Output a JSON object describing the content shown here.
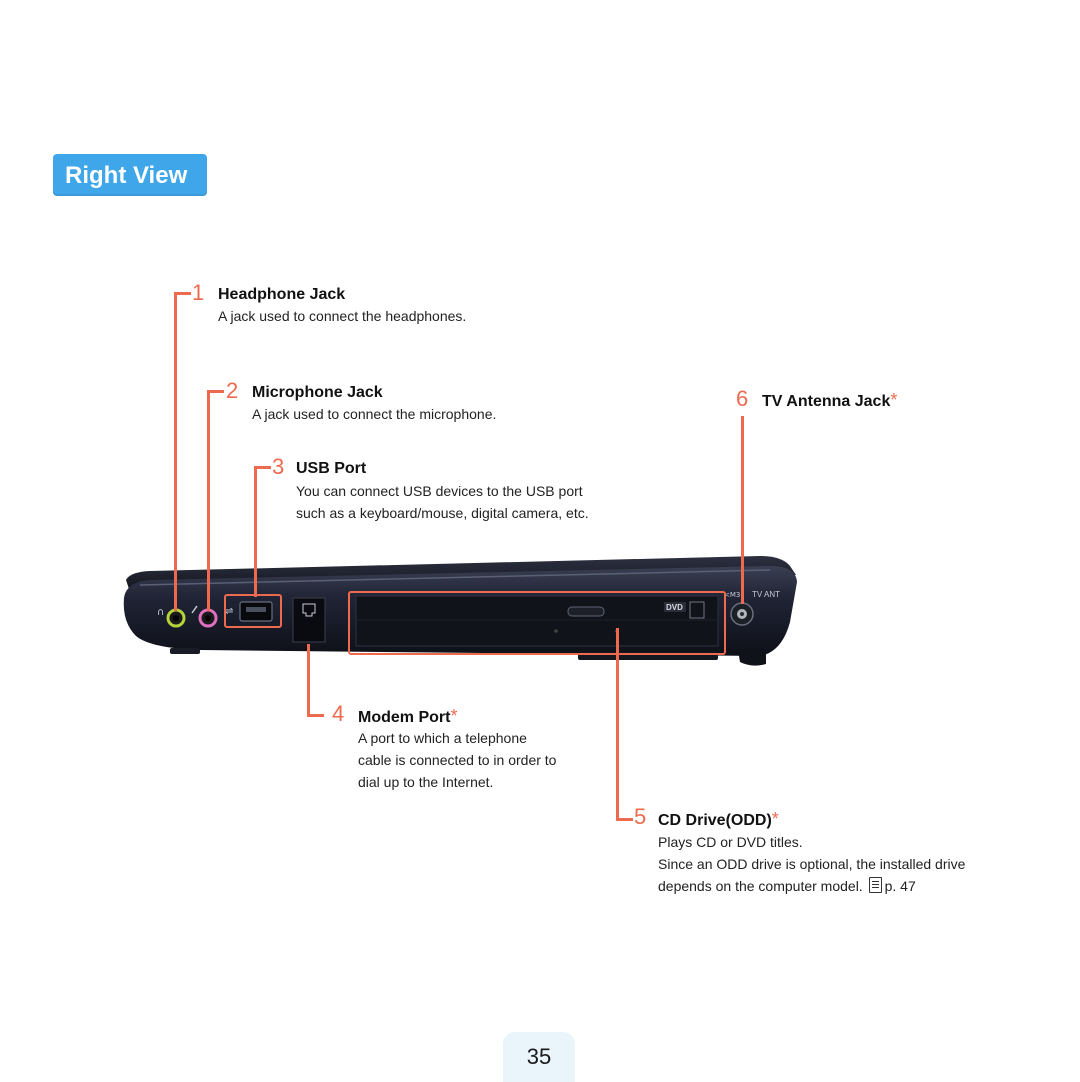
{
  "section": {
    "title": "Right View"
  },
  "items": [
    {
      "number": "1",
      "title": "Headphone Jack",
      "starred": false,
      "description": [
        "A jack used to connect the headphones."
      ]
    },
    {
      "number": "2",
      "title": "Microphone Jack",
      "starred": false,
      "description": [
        "A jack used to connect the microphone."
      ]
    },
    {
      "number": "3",
      "title": "USB Port",
      "starred": false,
      "description": [
        "You can connect USB devices to the USB port",
        "such as a keyboard/mouse, digital camera, etc."
      ]
    },
    {
      "number": "4",
      "title": "Modem Port",
      "starred": true,
      "description": [
        "A port to which a telephone",
        "cable is connected to in order to",
        "dial up to the Internet."
      ]
    },
    {
      "number": "5",
      "title": "CD Drive(ODD)",
      "starred": true,
      "description": [
        "Plays CD or DVD titles.",
        "Since an ODD drive is optional, the installed drive",
        "depends on the computer model."
      ],
      "page_ref": "p. 47"
    },
    {
      "number": "6",
      "title": "TV Antenna Jack",
      "starred": true,
      "description": []
    }
  ],
  "star_symbol": "*",
  "laptop_labels": {
    "tv_ant": "TV ANT",
    "dvd": "DVD"
  },
  "page_number": "35",
  "colors": {
    "accent": "#ee6a4f",
    "tab_blue": "#3fa6ea",
    "page_tab": "#e9f4fb"
  }
}
